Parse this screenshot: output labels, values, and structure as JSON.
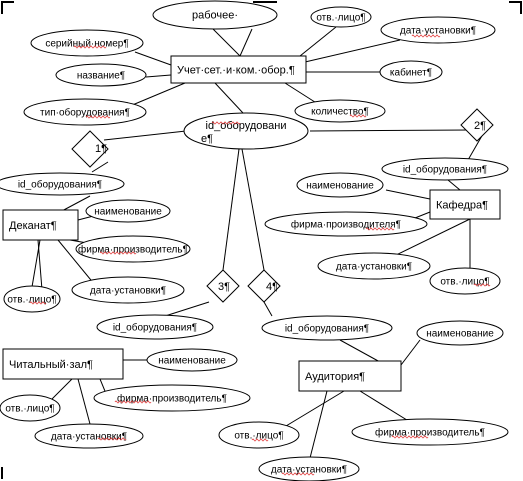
{
  "diagram": {
    "entities": [
      {
        "id": "uchet",
        "label": "Учет·сет.·и·ком.·обор.¶"
      },
      {
        "id": "dekanat",
        "label": "Деканат¶"
      },
      {
        "id": "kafedra",
        "label": "Кафедра¶"
      },
      {
        "id": "chit_zal",
        "label": "Читальный·зал¶"
      },
      {
        "id": "auditoriya",
        "label": "Аудитория¶"
      }
    ],
    "attributes": [
      {
        "id": "u_rab",
        "label": "рабочее·"
      },
      {
        "id": "u_otv",
        "label": "отв.·лицо¶"
      },
      {
        "id": "u_data",
        "label": "дата·установки¶"
      },
      {
        "id": "u_ser",
        "label": "серийный·номер¶"
      },
      {
        "id": "u_nazv",
        "label": "название¶"
      },
      {
        "id": "u_kab",
        "label": "кабинет¶"
      },
      {
        "id": "u_tip",
        "label": "тип·оборудования¶"
      },
      {
        "id": "u_kol",
        "label": "количество¶"
      },
      {
        "id": "u_id",
        "label": "id_оборудовани",
        "label2": "е¶"
      },
      {
        "id": "d_id",
        "label": "id_оборудования¶"
      },
      {
        "id": "d_naim",
        "label": "наименование"
      },
      {
        "id": "d_firma",
        "label": "фирма·производитель¶"
      },
      {
        "id": "d_data",
        "label": "дата·установки¶"
      },
      {
        "id": "d_otv",
        "label": "отв.·лицо¶"
      },
      {
        "id": "k_id",
        "label": "id_оборудования¶"
      },
      {
        "id": "k_naim",
        "label": "наименование"
      },
      {
        "id": "k_firma",
        "label": "фирма·производителя¶"
      },
      {
        "id": "k_data",
        "label": "дата·установки¶"
      },
      {
        "id": "k_otv",
        "label": "отв.·лицо¶"
      },
      {
        "id": "c_id",
        "label": "id_оборудования¶"
      },
      {
        "id": "c_naim",
        "label": "наименование"
      },
      {
        "id": "c_firma",
        "label": "фирма·производитель¶"
      },
      {
        "id": "c_otv",
        "label": "отв.·лицо¶"
      },
      {
        "id": "c_data",
        "label": "дата·установки¶"
      },
      {
        "id": "a_id",
        "label": "id_оборудования¶"
      },
      {
        "id": "a_naim",
        "label": "наименование"
      },
      {
        "id": "a_otv",
        "label": "отв.·лицо¶"
      },
      {
        "id": "a_firma",
        "label": "фирма·производитель¶"
      },
      {
        "id": "a_data",
        "label": "дата·установки¶"
      }
    ],
    "relationships": [
      {
        "id": "r1",
        "label": "1¶"
      },
      {
        "id": "r2",
        "label": "2¶"
      },
      {
        "id": "r3",
        "label": "3¶"
      },
      {
        "id": "r4",
        "label": "4¶"
      }
    ]
  }
}
